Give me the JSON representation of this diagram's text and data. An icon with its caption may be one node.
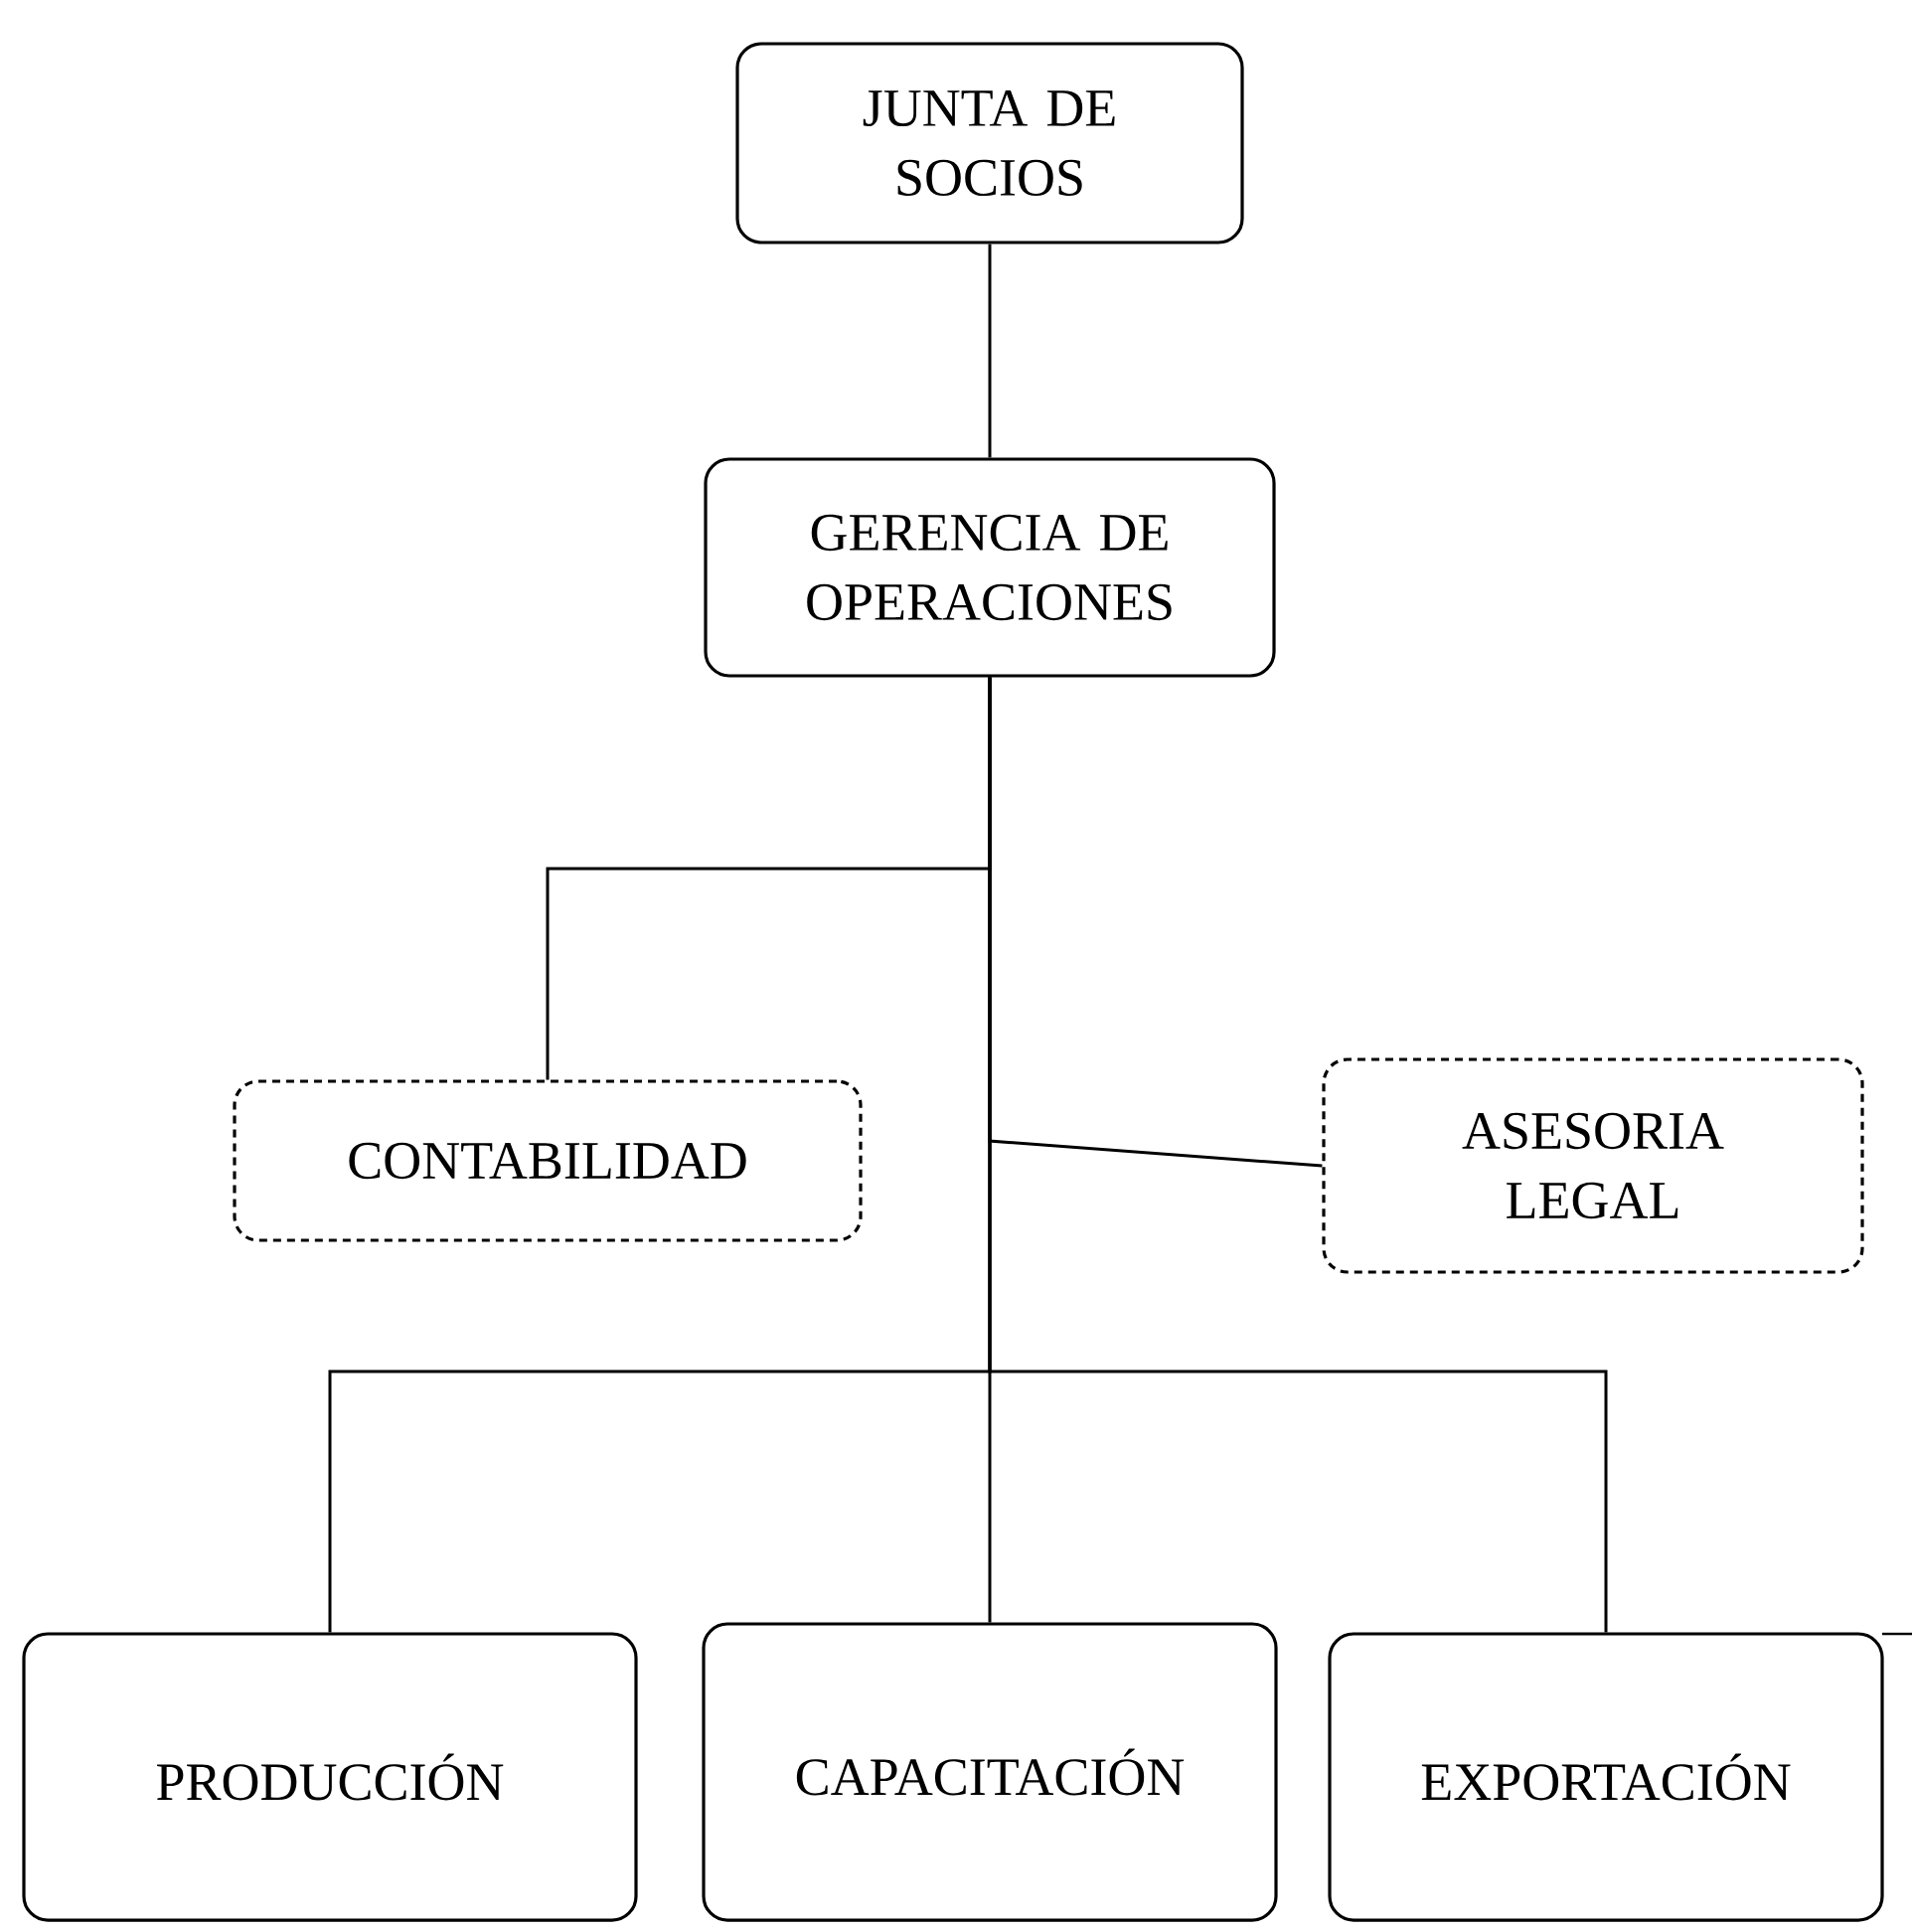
{
  "diagram": {
    "nodes": [
      {
        "text": [
          "JUNTA DE SOCIOS"
        ]
      },
      {
        "text": [
          "GERENCIA DE OPERACIONES"
        ]
      },
      {
        "text": [
          "CONTABILIDAD"
        ]
      },
      {
        "text": [
          "ASESORIA LEGAL"
        ]
      },
      {
        "text": [
          "PRODUCCIÓN"
        ]
      },
      {
        "text": [
          "CAPACITACIÓN"
        ]
      },
      {
        "text": [
          "EXPORTACIÓN"
        ]
      }
    ],
    "edges": [
      {
        "from": 0,
        "to": 1,
        "arrow": "none"
      },
      {
        "from": 1,
        "to": 2,
        "arrow": "none"
      },
      {
        "from": 1,
        "to": 3,
        "arrow": "none"
      },
      {
        "from": 1,
        "to": 4,
        "arrow": "none"
      },
      {
        "from": 1,
        "to": 5,
        "arrow": "none"
      },
      {
        "from": 1,
        "to": 6,
        "arrow": "none"
      }
    ]
  }
}
